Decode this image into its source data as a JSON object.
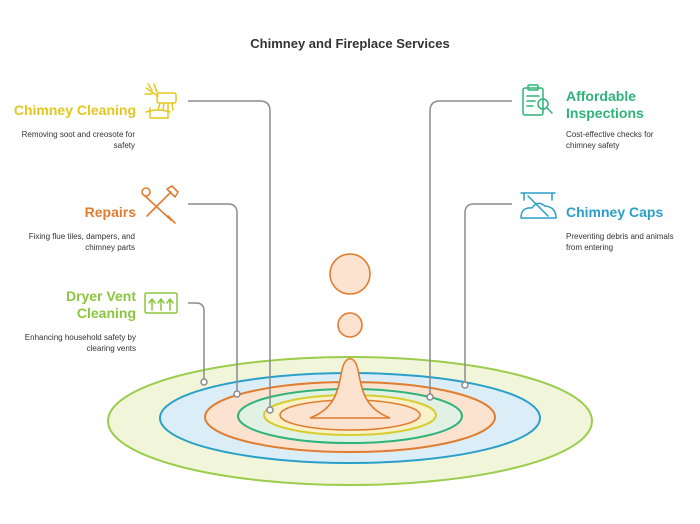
{
  "title": "Chimney and Fireplace Services",
  "items": [
    {
      "key": "chimney-cleaning",
      "label": "Chimney Cleaning",
      "description": "Removing soot and creosote for safety",
      "color": "#e3c71f",
      "icon": "chimney-brush-icon"
    },
    {
      "key": "repairs",
      "label": "Repairs",
      "description": "Fixing flue tiles, dampers, and chimney parts",
      "color": "#e07d30",
      "icon": "tools-icon"
    },
    {
      "key": "dryer-vent-cleaning",
      "label": "Dryer Vent Cleaning",
      "description": "Enhancing household safety by clearing vents",
      "color": "#8cc63e",
      "icon": "vent-icon"
    },
    {
      "key": "affordable-inspections",
      "label": "Affordable Inspections",
      "description": "Cost-effective checks for chimney safety",
      "color": "#2fb37a",
      "icon": "inspection-icon"
    },
    {
      "key": "chimney-caps",
      "label": "Chimney Caps",
      "description": "Preventing debris and animals from entering",
      "color": "#2a9fc9",
      "icon": "chimney-cap-icon"
    }
  ]
}
